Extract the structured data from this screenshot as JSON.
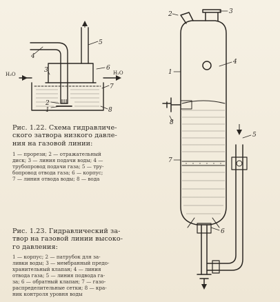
{
  "fig122": {
    "labels": {
      "l1": "1",
      "l2": "2",
      "l3": "3",
      "l4": "4",
      "l5": "5",
      "l6": "6",
      "l7": "7",
      "l8": "8"
    },
    "h2o_left": "H₂O",
    "h2o_right": "H₂O",
    "caption_title_lines": [
      "Рис. 1.22. Схема гидравличе-",
      "ского затвора низкого давле-",
      "ния на газовой линии:"
    ],
    "caption_body_lines": [
      "1 — прорези;  2 — отражательный",
      "диск;  3 — линия подачи воды;  4 —",
      "трубопровод подачи газа;  5 — тру-",
      "бопровод отвода газа;  6 — корпус;",
      "7 — линия отвода воды;  8 — вода"
    ]
  },
  "fig123": {
    "labels": {
      "l1": "1",
      "l2": "2",
      "l3": "3",
      "l4": "4",
      "l5": "5",
      "l6": "6",
      "l7": "7",
      "l8": "8"
    },
    "caption_title_lines": [
      "Рис. 1.23. Гидравлический за-",
      "твор на газовой линии высоко-",
      "го давления:"
    ],
    "caption_body_lines": [
      "1 — корпус;  2 — патрубок для за-",
      "ливки воды;  3 — мембранный предо-",
      "хранительный клапан;  4 — линия",
      "отвода газа;  5 — линия подвода га-",
      "за;  6 — обратный клапан;  7 — газо-",
      "распределительные сетки;  8 — кра-",
      "ник контроля уровня воды"
    ]
  }
}
